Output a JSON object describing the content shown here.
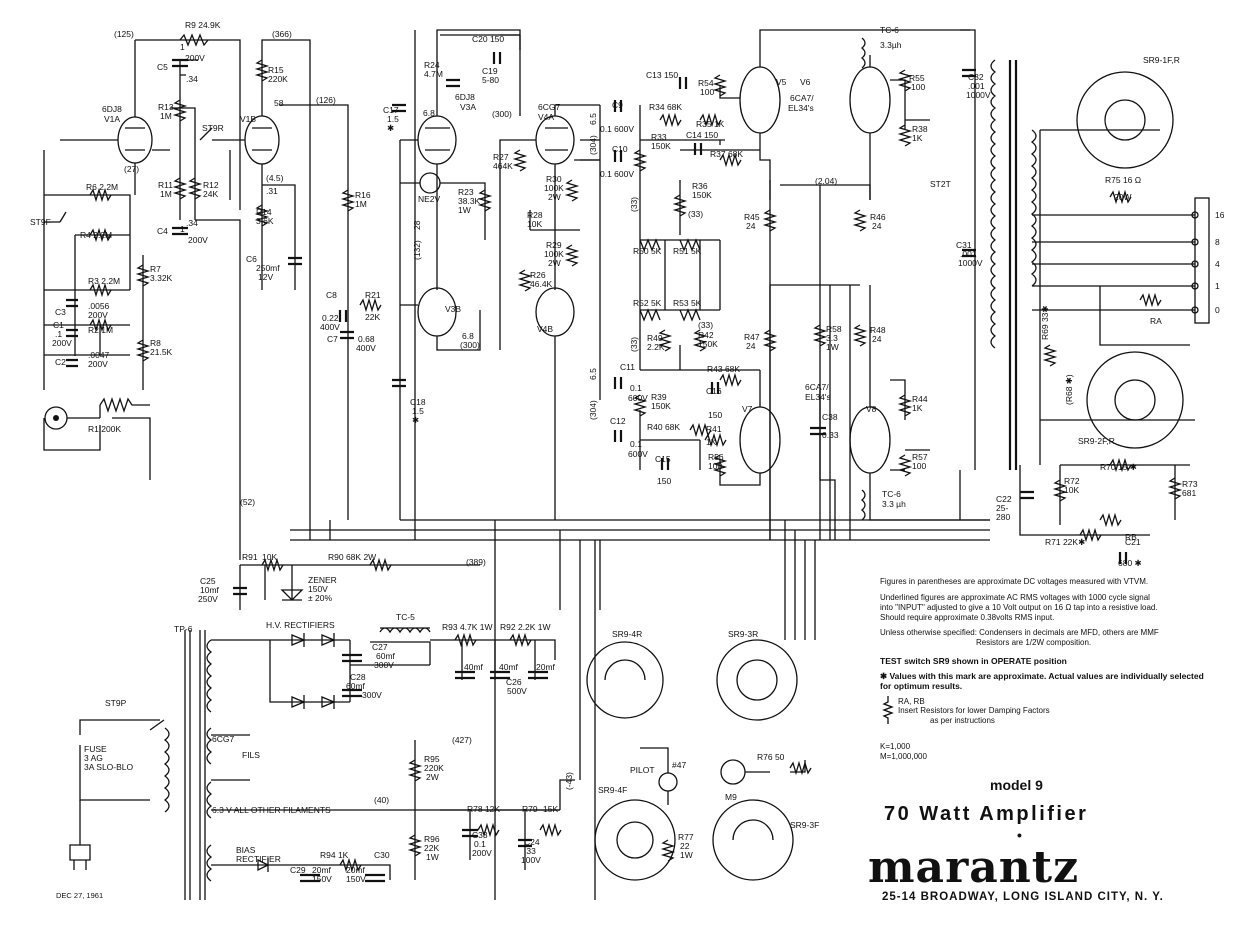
{
  "title_block": {
    "model": "model 9",
    "product": "70 Watt Amplifier",
    "bullet": "•",
    "brand": "marantz",
    "address": "25-14 BROADWAY, LONG ISLAND CITY, N. Y.",
    "date": "DEC 27, 1961"
  },
  "notes": {
    "line1": "Figures in parentheses are approximate DC voltages measured with VTVM.",
    "line2": "Underlined figures are approximate AC RMS voltages with 1000 cycle signal",
    "line3": "into \"INPUT\" adjusted to give a 10 Volt output on 16 Ω tap into a resistive load.",
    "line4": "Should require approximate 0.38volts RMS input.",
    "line5": "Unless otherwise specified: Condensers in decimals are MFD, others are MMF",
    "line6": "Resistors are 1/2W composition.",
    "line7": "TEST switch SR9 shown in OPERATE position",
    "line8": "✱ Values with this mark are approximate. Actual values are individually selected",
    "line9": "for optimum results.",
    "line10": "RA, RB",
    "line11": "Insert Resistors for lower Damping Factors",
    "line12": "as per instructions",
    "line13": "K=1,000",
    "line14": "M=1,000,000"
  },
  "output_taps": [
    "16",
    "8",
    "4",
    "1",
    "0"
  ],
  "labels": [
    {
      "id": "v1a",
      "text": "6DJ8"
    },
    {
      "id": "v1a2",
      "text": "V1A"
    },
    {
      "id": "v1b",
      "text": "V1B"
    },
    {
      "id": "v3a",
      "text": "6DJ8"
    },
    {
      "id": "v3a2",
      "text": "V3A"
    },
    {
      "id": "v3b",
      "text": "V3B"
    },
    {
      "id": "v4a",
      "text": "6CG7"
    },
    {
      "id": "v4a2",
      "text": "V4A"
    },
    {
      "id": "v4b",
      "text": "V4B"
    },
    {
      "id": "v5",
      "text": "V5"
    },
    {
      "id": "v6",
      "text": "V6"
    },
    {
      "id": "v56t",
      "text": "6CA7/"
    },
    {
      "id": "v56t2",
      "text": "EL34's"
    },
    {
      "id": "v7",
      "text": "V7"
    },
    {
      "id": "v8",
      "text": "V8"
    },
    {
      "id": "v78t",
      "text": "6CA7/"
    },
    {
      "id": "v78t2",
      "text": "EL34's"
    },
    {
      "id": "ne2v",
      "text": "NE2V"
    },
    {
      "id": "r1",
      "text": "R1 200K"
    },
    {
      "id": "r2",
      "text": "R2 1M"
    },
    {
      "id": "r3",
      "text": "R3 2.2M"
    },
    {
      "id": "r4",
      "text": "R4 2.2M"
    },
    {
      "id": "r6",
      "text": "R6 2.2M"
    },
    {
      "id": "r7",
      "text": "R7"
    },
    {
      "id": "r7v",
      "text": "3.32K"
    },
    {
      "id": "r8",
      "text": "R8"
    },
    {
      "id": "r8v",
      "text": "21.5K"
    },
    {
      "id": "r9",
      "text": "R9 24.9K"
    },
    {
      "id": "r11",
      "text": "R11"
    },
    {
      "id": "r11v",
      "text": "1M"
    },
    {
      "id": "r12",
      "text": "R12"
    },
    {
      "id": "r12v",
      "text": "24K"
    },
    {
      "id": "r13",
      "text": "R13"
    },
    {
      "id": "r13v",
      "text": "1M"
    },
    {
      "id": "r14",
      "text": "R14"
    },
    {
      "id": "r14v",
      "text": "3.6K"
    },
    {
      "id": "r15",
      "text": "R15"
    },
    {
      "id": "r15v",
      "text": "220K"
    },
    {
      "id": "r16",
      "text": "R16"
    },
    {
      "id": "r16v",
      "text": "1M"
    },
    {
      "id": "r21",
      "text": "R21"
    },
    {
      "id": "r21v",
      "text": "22K"
    },
    {
      "id": "r23",
      "text": "R23"
    },
    {
      "id": "r23v",
      "text": "38.3K"
    },
    {
      "id": "r23w",
      "text": "1W"
    },
    {
      "id": "r24",
      "text": "R24"
    },
    {
      "id": "r24v",
      "text": "4.7M"
    },
    {
      "id": "r26",
      "text": "R26"
    },
    {
      "id": "r26v",
      "text": "46.4K"
    },
    {
      "id": "r27",
      "text": "R27"
    },
    {
      "id": "r27v",
      "text": "464K"
    },
    {
      "id": "r28",
      "text": "R28"
    },
    {
      "id": "r28v",
      "text": "10K"
    },
    {
      "id": "r29",
      "text": "R29"
    },
    {
      "id": "r29v",
      "text": "100K"
    },
    {
      "id": "r29w",
      "text": "2W"
    },
    {
      "id": "r30",
      "text": "R30"
    },
    {
      "id": "r30v",
      "text": "100K"
    },
    {
      "id": "r30w",
      "text": "2W"
    },
    {
      "id": "r33",
      "text": "R33"
    },
    {
      "id": "r33v",
      "text": "150K"
    },
    {
      "id": "r34",
      "text": "R34 68K"
    },
    {
      "id": "r35",
      "text": "R35 1K"
    },
    {
      "id": "r36",
      "text": "R36"
    },
    {
      "id": "r36v",
      "text": "150K"
    },
    {
      "id": "r37",
      "text": "R37 68K"
    },
    {
      "id": "r38",
      "text": "R38"
    },
    {
      "id": "r38v",
      "text": "1K"
    },
    {
      "id": "r39",
      "text": "R39"
    },
    {
      "id": "r39v",
      "text": "150K"
    },
    {
      "id": "r40",
      "text": "R40 68K"
    },
    {
      "id": "r41",
      "text": "R41"
    },
    {
      "id": "r41v",
      "text": "1K"
    },
    {
      "id": "r42",
      "text": "R42"
    },
    {
      "id": "r42v",
      "text": "150K"
    },
    {
      "id": "r43",
      "text": "R43 68K"
    },
    {
      "id": "r44",
      "text": "R44"
    },
    {
      "id": "r44v",
      "text": "1K"
    },
    {
      "id": "r45",
      "text": "R45"
    },
    {
      "id": "r45v",
      "text": "24"
    },
    {
      "id": "r46",
      "text": "R46"
    },
    {
      "id": "r46v",
      "text": "24"
    },
    {
      "id": "r47",
      "text": "R47"
    },
    {
      "id": "r47v",
      "text": "24"
    },
    {
      "id": "r48",
      "text": "R48"
    },
    {
      "id": "r48v",
      "text": "24"
    },
    {
      "id": "r49",
      "text": "R49"
    },
    {
      "id": "r49v",
      "text": "2.2K"
    },
    {
      "id": "r50",
      "text": "R50 5K"
    },
    {
      "id": "r51",
      "text": "R51 5K"
    },
    {
      "id": "r52",
      "text": "R52 5K"
    },
    {
      "id": "r53",
      "text": "R53 5K"
    },
    {
      "id": "r54",
      "text": "R54"
    },
    {
      "id": "r54v",
      "text": "100"
    },
    {
      "id": "r55",
      "text": "R55"
    },
    {
      "id": "r55v",
      "text": "100"
    },
    {
      "id": "r56",
      "text": "R56"
    },
    {
      "id": "r56v",
      "text": "100"
    },
    {
      "id": "r57",
      "text": "R57"
    },
    {
      "id": "r57v",
      "text": "100"
    },
    {
      "id": "r58",
      "text": "R58"
    },
    {
      "id": "r58v",
      "text": "3.3"
    },
    {
      "id": "r58w",
      "text": "1W"
    },
    {
      "id": "r69",
      "text": "R69 33✱"
    },
    {
      "id": "r68",
      "text": "(R68 ✱)"
    },
    {
      "id": "r70",
      "text": "R70 15 ✱"
    },
    {
      "id": "r71",
      "text": "R71 22K✱"
    },
    {
      "id": "r72",
      "text": "R72"
    },
    {
      "id": "r72v",
      "text": "10K"
    },
    {
      "id": "r73",
      "text": "R73"
    },
    {
      "id": "r73v",
      "text": "681"
    },
    {
      "id": "r75",
      "text": "R75 16 Ω"
    },
    {
      "id": "r75w",
      "text": "20W"
    },
    {
      "id": "r76",
      "text": "R76 50"
    },
    {
      "id": "r77",
      "text": "R77"
    },
    {
      "id": "r77v",
      "text": "22"
    },
    {
      "id": "r77w",
      "text": "1W"
    },
    {
      "id": "r78",
      "text": "R78 12K"
    },
    {
      "id": "r79",
      "text": "R79"
    },
    {
      "id": "r79v",
      "text": "15K"
    },
    {
      "id": "r90",
      "text": "R90 68K 2W"
    },
    {
      "id": "r91",
      "text": "R91"
    },
    {
      "id": "r91v",
      "text": "10K"
    },
    {
      "id": "r92",
      "text": "R92 2.2K 1W"
    },
    {
      "id": "r93",
      "text": "R93 4.7K 1W"
    },
    {
      "id": "r94",
      "text": "R94 1K"
    },
    {
      "id": "r95",
      "text": "R95"
    },
    {
      "id": "r95v",
      "text": "220K"
    },
    {
      "id": "r95w",
      "text": "2W"
    },
    {
      "id": "r96",
      "text": "R96"
    },
    {
      "id": "r96v",
      "text": "22K"
    },
    {
      "id": "r96w",
      "text": "1W"
    },
    {
      "id": "ra",
      "text": "RA"
    },
    {
      "id": "rb",
      "text": "RB"
    },
    {
      "id": "c1",
      "text": "C1"
    },
    {
      "id": "c1v",
      "text": ".1"
    },
    {
      "id": "c1w",
      "text": "200V"
    },
    {
      "id": "c2",
      "text": "C2"
    },
    {
      "id": "c2v",
      "text": ".0047"
    },
    {
      "id": "c2w",
      "text": "200V"
    },
    {
      "id": "c3",
      "text": "C3"
    },
    {
      "id": "c3v",
      "text": ".0056"
    },
    {
      "id": "c3w",
      "text": "200V"
    },
    {
      "id": "c4",
      "text": "C4"
    },
    {
      "id": "c4v",
      "text": "1"
    },
    {
      "id": "c4w",
      "text": "200V"
    },
    {
      "id": "c5",
      "text": "C5"
    },
    {
      "id": "c5v",
      "text": "1"
    },
    {
      "id": "c5w",
      "text": "200V"
    },
    {
      "id": "c6",
      "text": "C6"
    },
    {
      "id": "c6v",
      "text": "250mf"
    },
    {
      "id": "c6w",
      "text": "12V"
    },
    {
      "id": "c7",
      "text": "C7"
    },
    {
      "id": "c7v",
      "text": "0.68"
    },
    {
      "id": "c7w",
      "text": "400V"
    },
    {
      "id": "c8",
      "text": "C8"
    },
    {
      "id": "c8v",
      "text": "0.22"
    },
    {
      "id": "c8w",
      "text": "400V"
    },
    {
      "id": "c9",
      "text": "C9"
    },
    {
      "id": "c9v",
      "text": "0.1 600V"
    },
    {
      "id": "c10",
      "text": "C10"
    },
    {
      "id": "c10v",
      "text": "0.1 600V"
    },
    {
      "id": "c11",
      "text": "C11"
    },
    {
      "id": "c11v",
      "text": "0.1"
    },
    {
      "id": "c11w",
      "text": "600V"
    },
    {
      "id": "c12",
      "text": "C12"
    },
    {
      "id": "c12v",
      "text": "0.1"
    },
    {
      "id": "c12w",
      "text": "600V"
    },
    {
      "id": "c13",
      "text": "C13 150"
    },
    {
      "id": "c14",
      "text": "C14 150"
    },
    {
      "id": "c15",
      "text": "C15"
    },
    {
      "id": "c15v",
      "text": "150"
    },
    {
      "id": "c16",
      "text": "C16"
    },
    {
      "id": "c16v",
      "text": "150"
    },
    {
      "id": "c17",
      "text": "C17"
    },
    {
      "id": "c17v",
      "text": "1.5"
    },
    {
      "id": "c17s",
      "text": "✱"
    },
    {
      "id": "c18",
      "text": "C18"
    },
    {
      "id": "c18v",
      "text": "1.5"
    },
    {
      "id": "c18s",
      "text": "✱"
    },
    {
      "id": "c19",
      "text": "C19"
    },
    {
      "id": "c19v",
      "text": "5-80"
    },
    {
      "id": "c20",
      "text": "C20 150"
    },
    {
      "id": "c21",
      "text": "C21"
    },
    {
      "id": "c21v",
      "text": "680 ✱"
    },
    {
      "id": "c22",
      "text": "C22"
    },
    {
      "id": "c22v",
      "text": "25-"
    },
    {
      "id": "c22w",
      "text": "280"
    },
    {
      "id": "c24",
      "text": "C24"
    },
    {
      "id": "c24v",
      "text": ".33"
    },
    {
      "id": "c24w",
      "text": "100V"
    },
    {
      "id": "c25",
      "text": "C25"
    },
    {
      "id": "c25v",
      "text": "10mf"
    },
    {
      "id": "c25w",
      "text": "250V"
    },
    {
      "id": "c26",
      "text": "C26"
    },
    {
      "id": "c26v",
      "text": "500V"
    },
    {
      "id": "c26a",
      "text": "40mf"
    },
    {
      "id": "c26b",
      "text": "40mf"
    },
    {
      "id": "c26c",
      "text": "20mf"
    },
    {
      "id": "c27",
      "text": "C27"
    },
    {
      "id": "c27v",
      "text": "60mf"
    },
    {
      "id": "c27w",
      "text": "300V"
    },
    {
      "id": "c28",
      "text": "C28"
    },
    {
      "id": "c28v",
      "text": "60mf"
    },
    {
      "id": "c28w",
      "text": "300V"
    },
    {
      "id": "c29",
      "text": "C29"
    },
    {
      "id": "c29v",
      "text": "20mf"
    },
    {
      "id": "c29w",
      "text": "150V"
    },
    {
      "id": "c30",
      "text": "C30"
    },
    {
      "id": "c30v",
      "text": "20mf"
    },
    {
      "id": "c30w",
      "text": "150V"
    },
    {
      "id": "c31",
      "text": "C31"
    },
    {
      "id": "c31v",
      "text": ".001"
    },
    {
      "id": "c31w",
      "text": "1000V"
    },
    {
      "id": "c32",
      "text": "C32"
    },
    {
      "id": "c32v",
      "text": ".001"
    },
    {
      "id": "c32w",
      "text": "1000V"
    },
    {
      "id": "c33",
      "text": "C33"
    },
    {
      "id": "c33v",
      "text": "0.1"
    },
    {
      "id": "c33w",
      "text": "200V"
    },
    {
      "id": "c38",
      "text": "C38"
    },
    {
      "id": "c38v",
      "text": "0.33"
    },
    {
      "id": "tc5",
      "text": "TC-5"
    },
    {
      "id": "tc6a",
      "text": "TC-6"
    },
    {
      "id": "tc6av",
      "text": "3.3µh"
    },
    {
      "id": "tc6b",
      "text": "TC-6"
    },
    {
      "id": "tc6bv",
      "text": "3.3 µh"
    },
    {
      "id": "tp6",
      "text": "TP-6"
    },
    {
      "id": "st9r",
      "text": "ST9R"
    },
    {
      "id": "st9f",
      "text": "ST9F"
    },
    {
      "id": "st9p",
      "text": "ST9P"
    },
    {
      "id": "st2t",
      "text": "ST2T"
    },
    {
      "id": "sr9_1f",
      "text": "SR9-1F,R"
    },
    {
      "id": "sr9_2f",
      "text": "SR9-2F,R"
    },
    {
      "id": "sr9_4r",
      "text": "SR9-4R"
    },
    {
      "id": "sr9_3r",
      "text": "SR9-3R"
    },
    {
      "id": "sr9_4f",
      "text": "SR9-4F"
    },
    {
      "id": "sr9_3f",
      "text": "SR9-3F"
    },
    {
      "id": "m9",
      "text": "M9"
    },
    {
      "id": "pilot",
      "text": "PILOT"
    },
    {
      "id": "n47",
      "text": "#47"
    },
    {
      "id": "zener",
      "text": "ZENER"
    },
    {
      "id": "zenerv",
      "text": "150V"
    },
    {
      "id": "zenert",
      "text": "± 20%"
    },
    {
      "id": "hvrect",
      "text": "H.V. RECTIFIERS"
    },
    {
      "id": "fils",
      "text": "FILS"
    },
    {
      "id": "cg7f",
      "text": "6CG7"
    },
    {
      "id": "fil63",
      "text": "6.3 V  ALL OTHER FILAMENTS"
    },
    {
      "id": "biasr",
      "text": "BIAS"
    },
    {
      "id": "biasr2",
      "text": "RECTIFIER"
    },
    {
      "id": "fuse",
      "text": "FUSE"
    },
    {
      "id": "fuse2",
      "text": "3 AG"
    },
    {
      "id": "fuse3",
      "text": "3A SLO-BLO"
    },
    {
      "id": "v125",
      "text": "(125)"
    },
    {
      "id": "v366",
      "text": "(366)"
    },
    {
      "id": "v126",
      "text": "(126)"
    },
    {
      "id": "v27",
      "text": "(27)"
    },
    {
      "id": "v45",
      "text": "(4.5)"
    },
    {
      "id": "v300a",
      "text": "(300)"
    },
    {
      "id": "v304a",
      "text": "(304)"
    },
    {
      "id": "v304b",
      "text": "(304)"
    },
    {
      "id": "v33a",
      "text": "(33)"
    },
    {
      "id": "v33b",
      "text": "(33)"
    },
    {
      "id": "v33c",
      "text": "(33)"
    },
    {
      "id": "v33d",
      "text": "(33)"
    },
    {
      "id": "v204",
      "text": "(2.04)"
    },
    {
      "id": "v132",
      "text": "(132)"
    },
    {
      "id": "v300b",
      "text": "(300)"
    },
    {
      "id": "v52",
      "text": "(52)"
    },
    {
      "id": "v389",
      "text": "(389)"
    },
    {
      "id": "v427",
      "text": "(427)"
    },
    {
      "id": "v40",
      "text": "(40)"
    },
    {
      "id": "vm43",
      "text": "(-43)"
    },
    {
      "id": "a34a",
      "text": ".34"
    },
    {
      "id": "a34b",
      "text": ".34"
    },
    {
      "id": "a58",
      "text": "58"
    },
    {
      "id": "a31",
      "text": ".31"
    },
    {
      "id": "a68a",
      "text": "6.8"
    },
    {
      "id": "a68b",
      "text": "6.8"
    },
    {
      "id": "a28",
      "text": "28"
    },
    {
      "id": "a65a",
      "text": "6.5"
    },
    {
      "id": "a65b",
      "text": "6.5"
    }
  ]
}
